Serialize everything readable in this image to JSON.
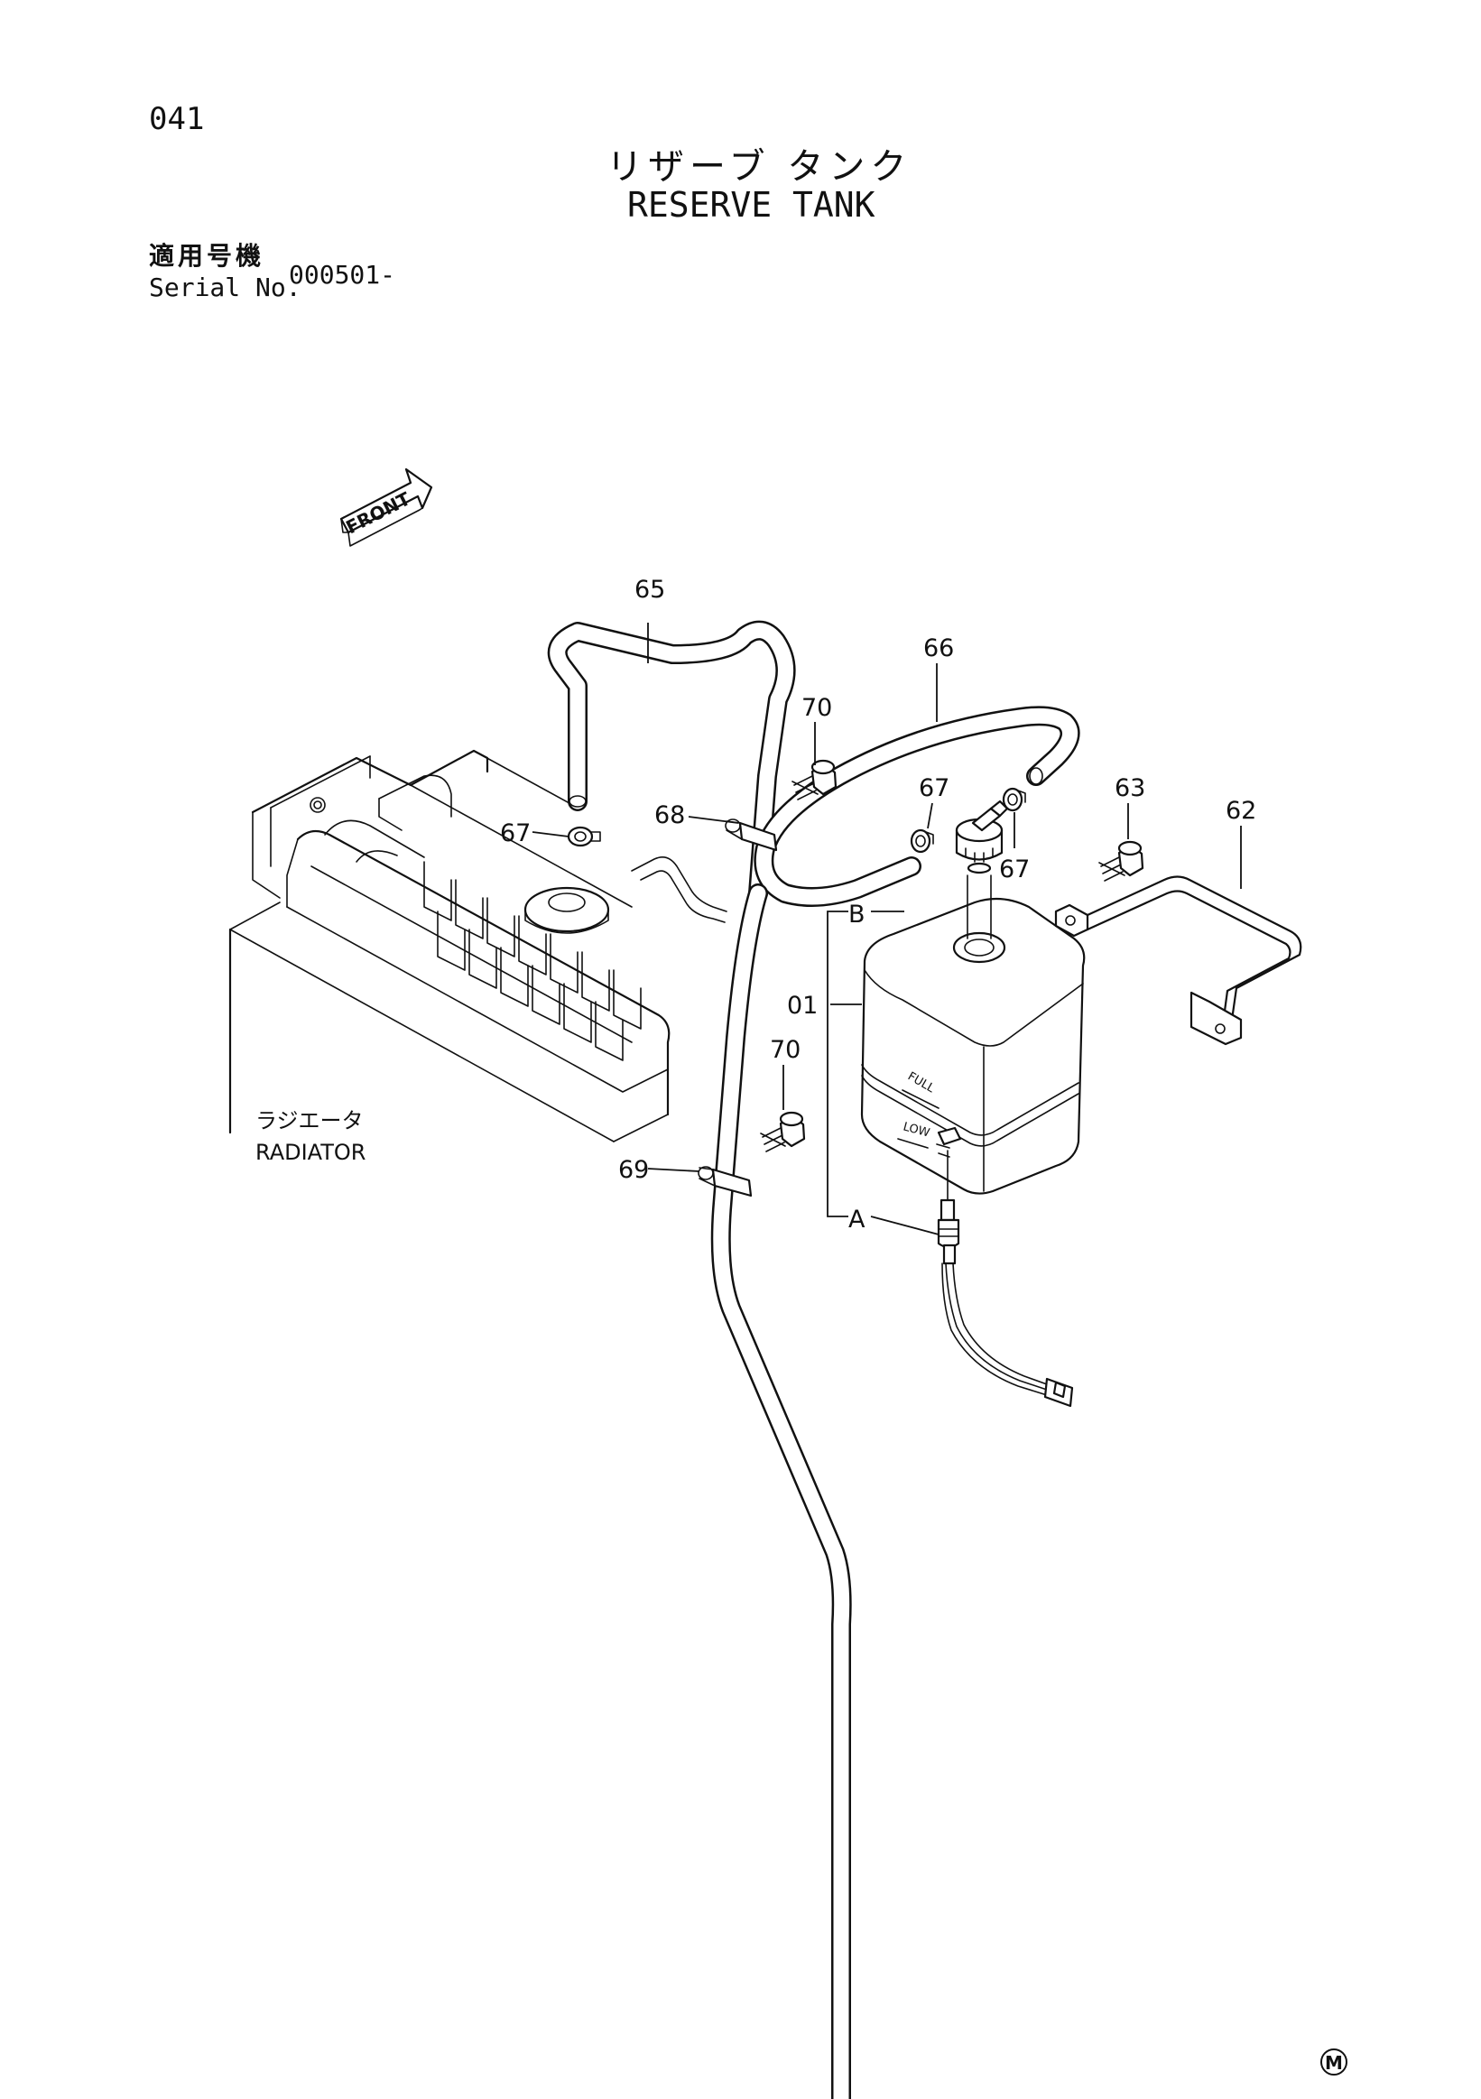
{
  "header": {
    "page_number": "041",
    "title_jp": "リザーブ タンク",
    "title_en": "RESERVE TANK",
    "serial_label_jp": "適用号機",
    "serial_label_en": "Serial No.",
    "serial_value": "000501-"
  },
  "diagram": {
    "front_label": "FRONT",
    "radiator_label_jp": "ラジエータ",
    "radiator_label_en": "RADIATOR",
    "tank_full_label": "FULL",
    "tank_low_label": "LOW",
    "callouts": {
      "c65": "65",
      "c66": "66",
      "c70_top": "70",
      "c68": "68",
      "c67_left": "67",
      "c67_mid": "67",
      "c67_right": "67",
      "c63": "63",
      "c62": "62",
      "cB": "B",
      "c01": "01",
      "c70_low": "70",
      "c69": "69",
      "cA": "A"
    }
  },
  "footer": {
    "mark": "M"
  }
}
